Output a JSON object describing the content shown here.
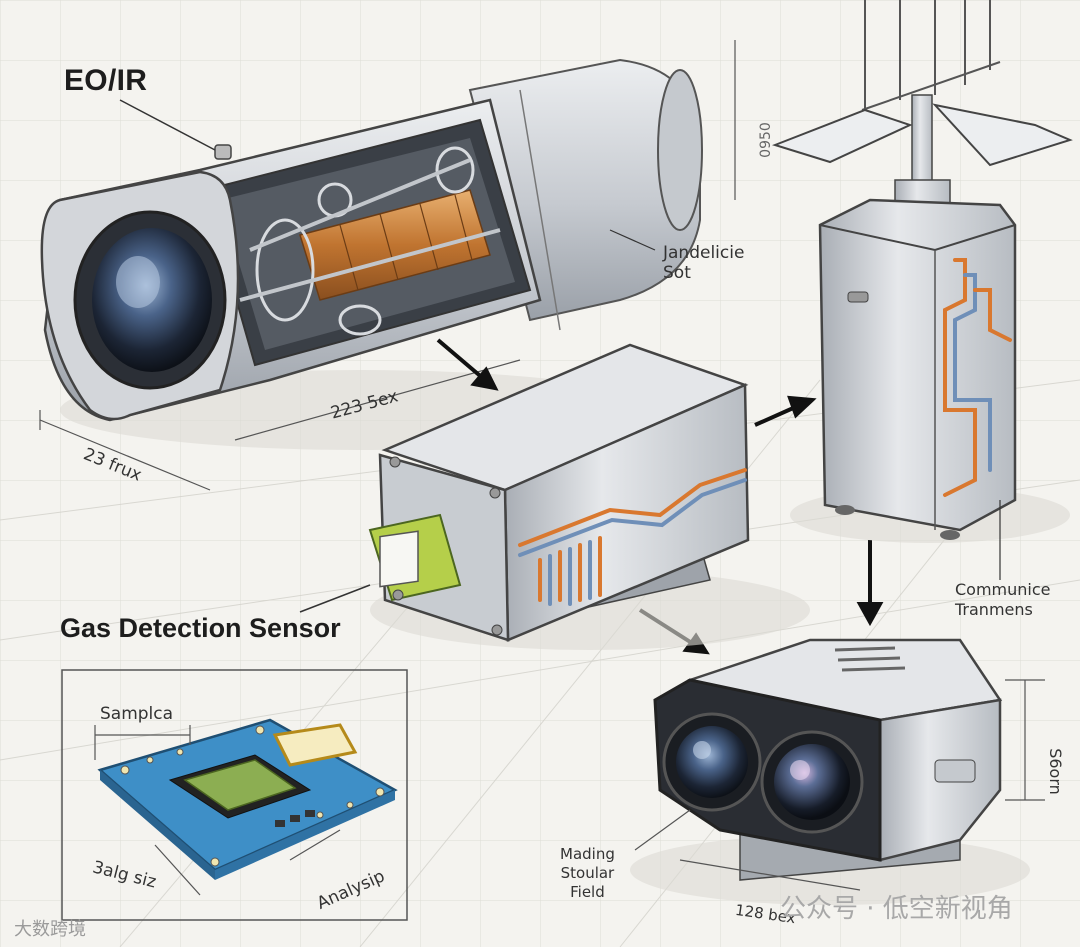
{
  "labels": {
    "eo_ir": "EO/IR",
    "gas_sensor": "Gas Detection Sensor",
    "jandelicie_sot": "Jandelicie\nSot",
    "dim_223": "223 5ex",
    "dim_23": "23 frux",
    "dim_top": "0950",
    "dim_scale_right": "S6orn",
    "communice": "Communice\nTranmens",
    "sampla": "Samplca",
    "bag_siz": "3alg siz",
    "analysip": "Analysip",
    "mading": "Mading\nStoular\nField",
    "dim_128": "128 bex"
  },
  "watermarks": {
    "left": "大数跨境",
    "right": "公众号 · 低空新视角"
  },
  "colors": {
    "paper": "#f4f3ef",
    "grid": "#d9d8d2",
    "metal": "#c9cdd2",
    "metal_dark": "#8e949b",
    "copper": "#c8843c",
    "cable_blue": "#6f8fb8",
    "cable_orange": "#d9782f",
    "pcb": "#3e8fc7",
    "chip": "#8cae52",
    "lens": "#2c3a4f"
  },
  "icons": {
    "arrow": "arrow-icon",
    "antenna": "antenna-icon"
  }
}
